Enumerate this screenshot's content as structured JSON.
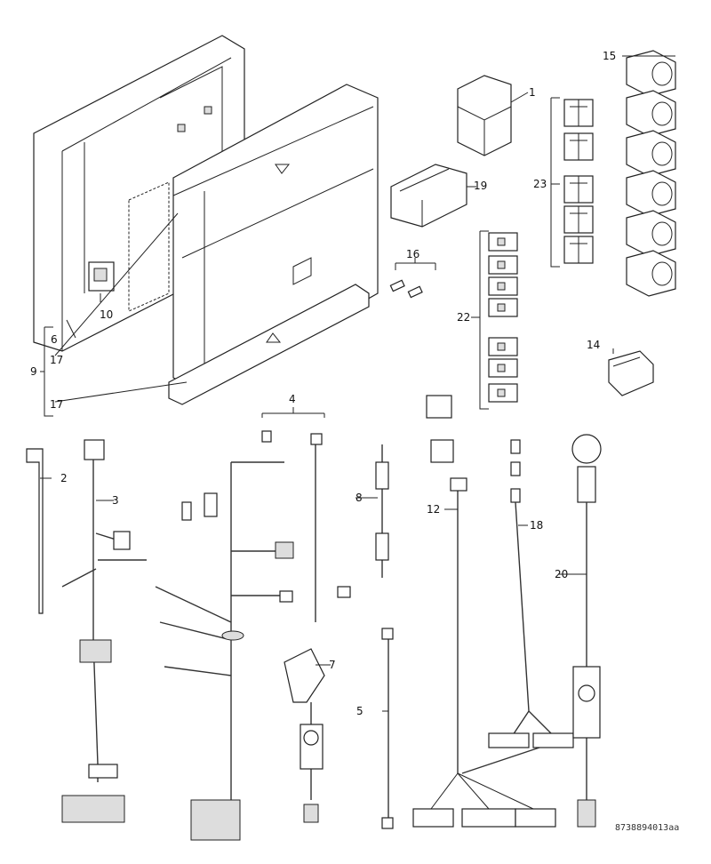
{
  "diagram": {
    "part_numbers": {
      "p1": "1",
      "p2": "2",
      "p3": "3",
      "p4": "4",
      "p5": "5",
      "p6": "6",
      "p7": "7",
      "p8": "8",
      "p9": "9",
      "p10": "10",
      "p12": "12",
      "p14": "14",
      "p15": "15",
      "p16": "16",
      "p17": "17",
      "p18": "18",
      "p19": "19",
      "p20": "20",
      "p22": "22",
      "p23": "23"
    },
    "drawing_code": "8738894013aa"
  }
}
